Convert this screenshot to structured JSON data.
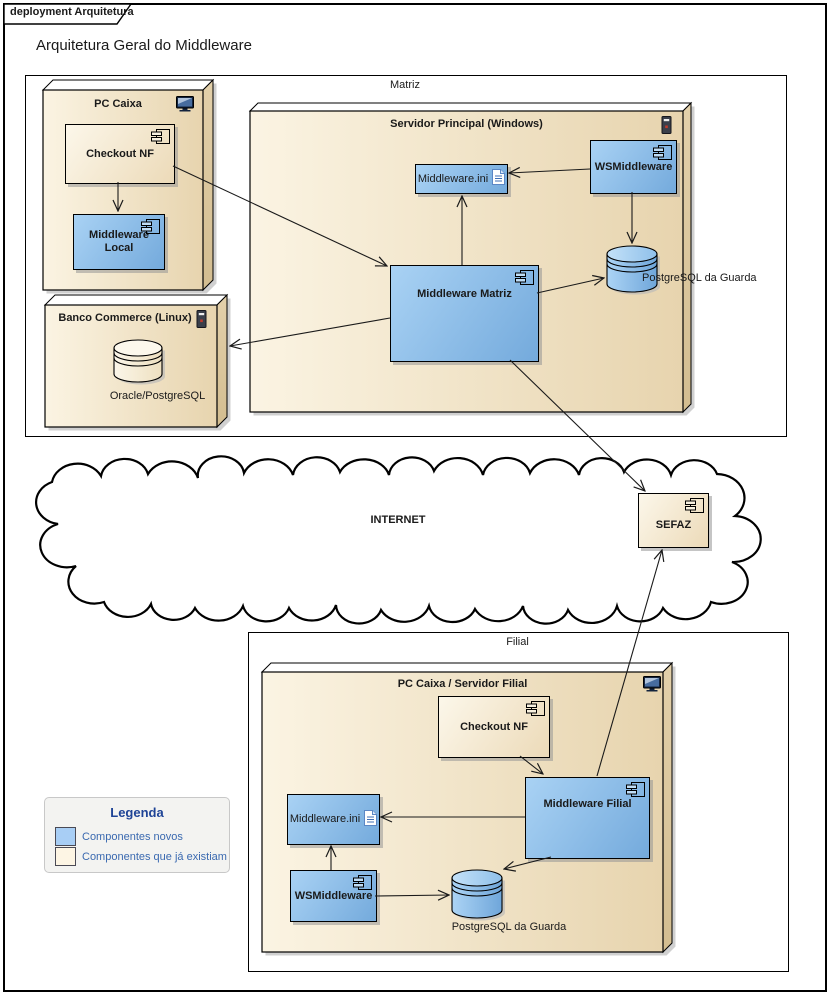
{
  "frame_tab": "deployment Arquitetura",
  "title": "Arquitetura Geral do Middleware",
  "boundaries": {
    "matriz": "Matriz",
    "filial": "Filial"
  },
  "nodes": {
    "pc_caixa": "PC Caixa",
    "servidor_principal": "Servidor Principal (Windows)",
    "banco_commerce": "Banco Commerce (Linux)",
    "pc_caixa_filial": "PC Caixa / Servidor Filial"
  },
  "components": {
    "checkout_nf_matriz": "Checkout NF",
    "middleware_local": "Middleware Local",
    "wsmiddleware_matriz": "WSMiddleware",
    "middleware_matriz": "Middleware Matriz",
    "sefaz": "SEFAZ",
    "checkout_nf_filial": "Checkout NF",
    "middleware_filial": "Middleware Filial",
    "wsmiddleware_filial": "WSMiddleware"
  },
  "artifacts": {
    "middleware_ini_matriz": "Middleware.ini",
    "middleware_ini_filial": "Middleware.ini"
  },
  "databases": {
    "postgresql_matriz": "PostgreSQL da Guarda",
    "oracle_postgresql": "Oracle/PostgreSQL",
    "postgresql_filial": "PostgreSQL da Guarda"
  },
  "cloud_label": "INTERNET",
  "legend": {
    "title": "Legenda",
    "items": [
      {
        "label": "Componentes novos",
        "color": "#A8CEF5"
      },
      {
        "label": "Componentes que já existiam",
        "color": "#FDF5E4"
      }
    ]
  },
  "icons": {
    "monitor": "monitor-icon",
    "server": "server-tower-icon",
    "component": "component-icon",
    "artifact": "document-icon",
    "database": "database-cylinder-icon"
  },
  "colors": {
    "new_component": "#8FC0EA",
    "existing_component": "#F2E5C9",
    "node_fill": "#F2E5C9",
    "connector": "#1A1A1A",
    "legend_title": "#1E4396"
  }
}
